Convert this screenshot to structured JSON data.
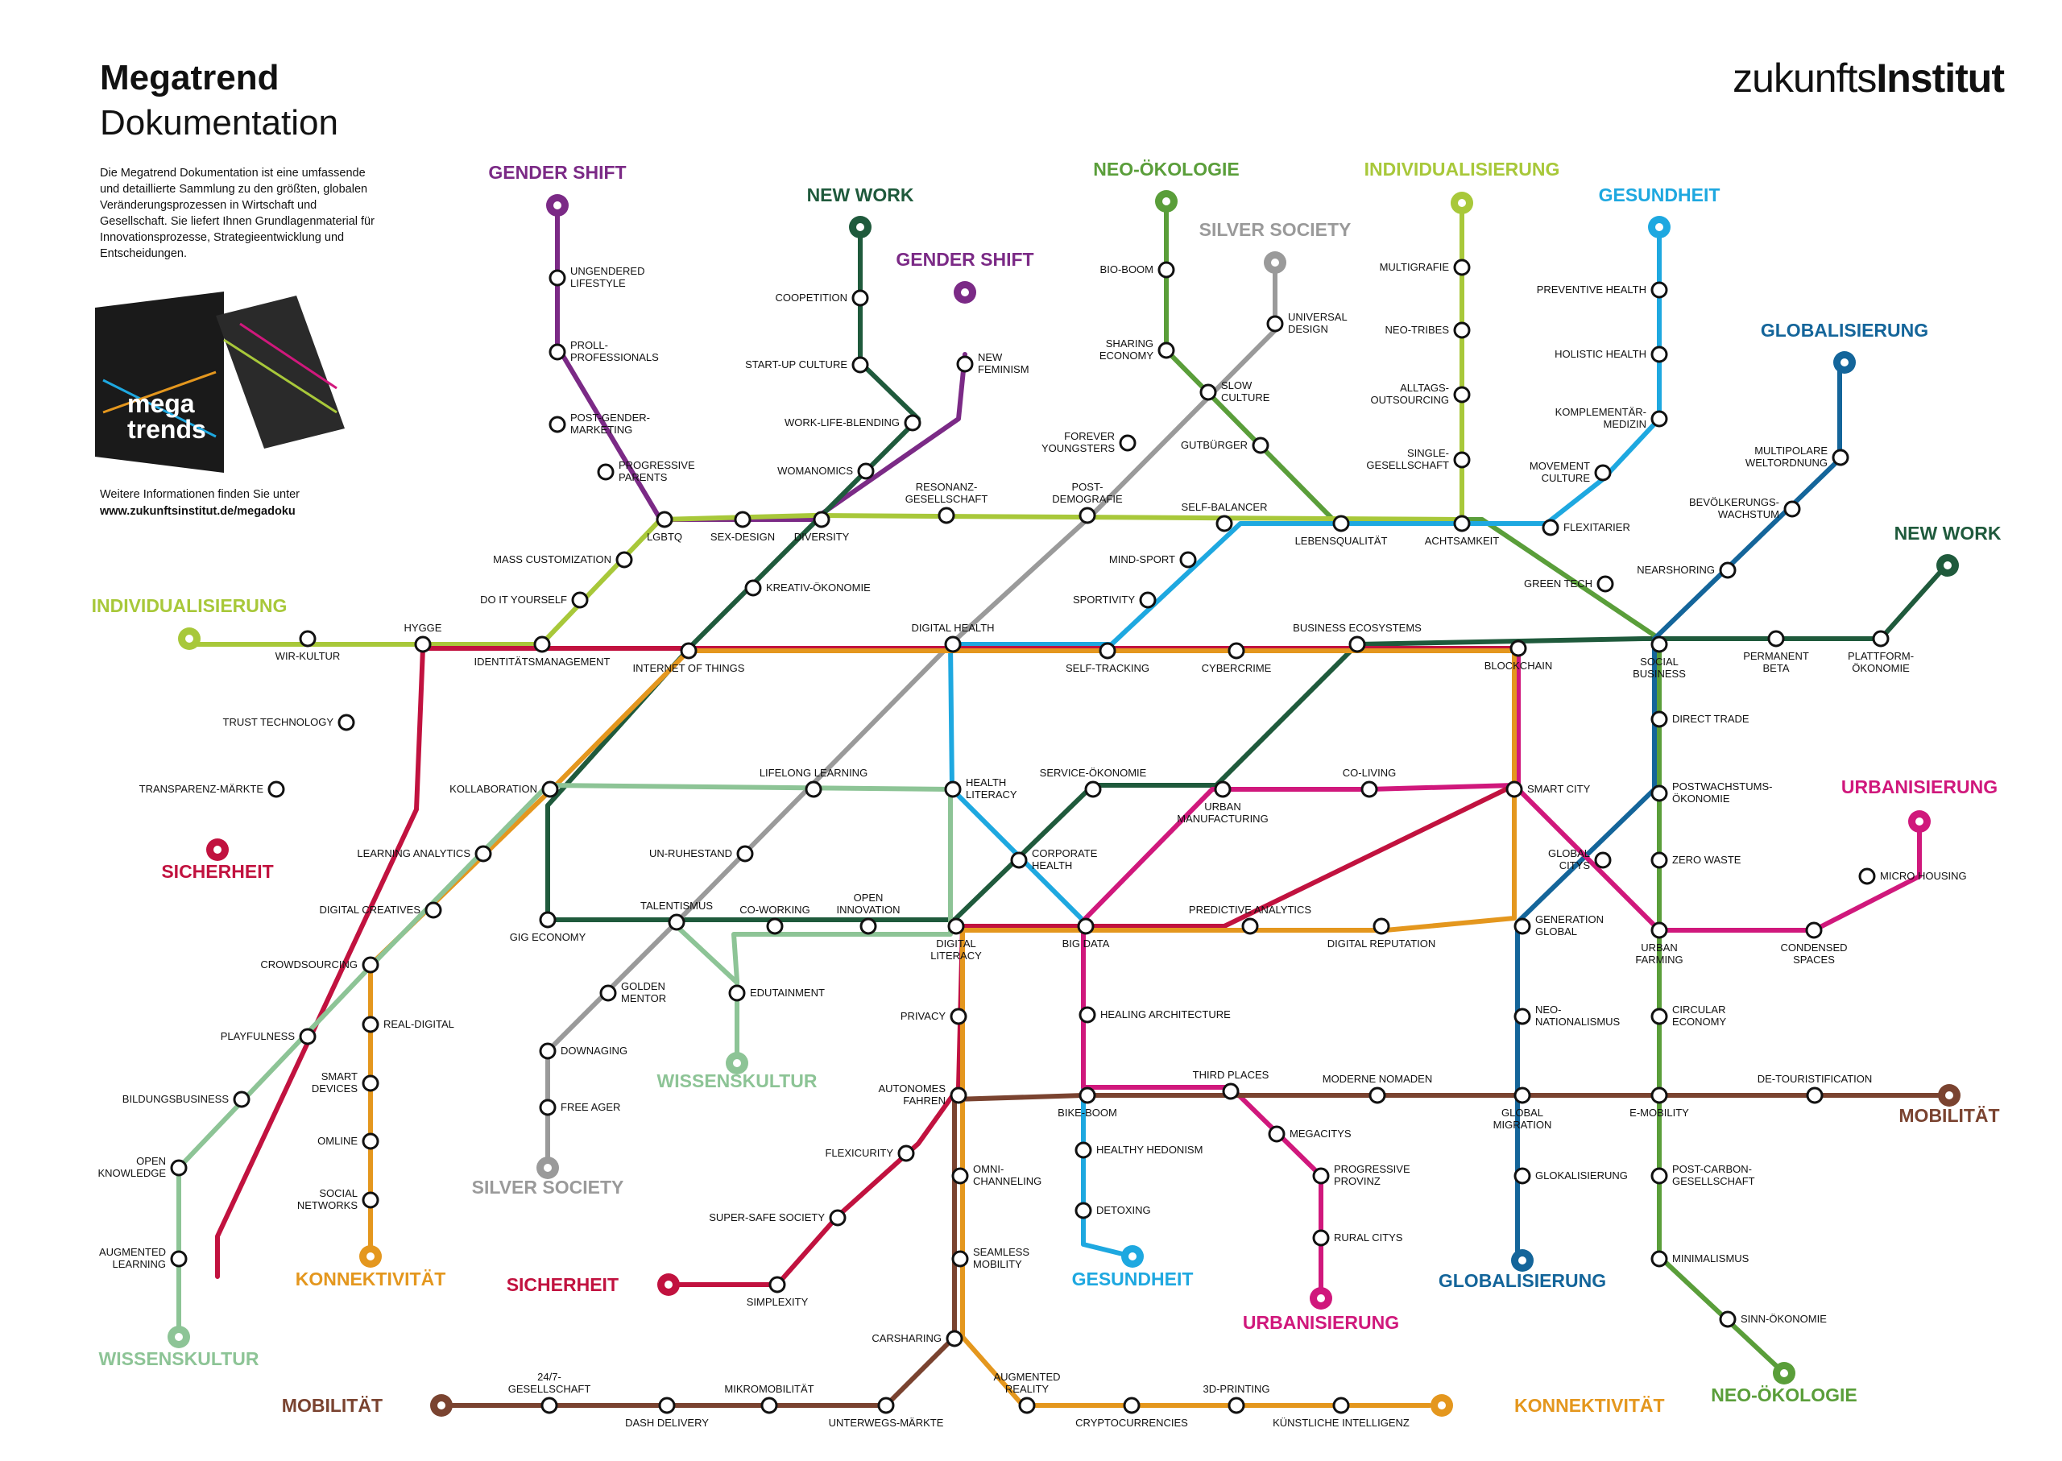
{
  "header": {
    "title_bold": "Megatrend",
    "title_regular": "Dokumentation",
    "intro": "Die Megatrend Dokumentation ist eine umfassende und detaillierte Sammlung zu den größten, globalen Veränderungsprozessen in Wirtschaft und Gesellschaft. Sie liefert Ihnen Grundlagenmaterial für Innovationsprozesse, Strategieentwicklung und Entscheidungen.",
    "more_text": "Weitere Informationen finden Sie unter",
    "more_url": "www.zukunftsinstitut.de/megadoku",
    "brand_light": "zukunfts",
    "brand_bold": "Institut",
    "box_label_1": "mega",
    "box_label_2": "trends"
  },
  "colors": {
    "gender": "#7b2a86",
    "newwork": "#1f5a3c",
    "neo": "#5a9e3a",
    "silver": "#9a9a9a",
    "indiv": "#a8c83a",
    "gesund": "#1ea8e0",
    "global": "#14659a",
    "urban": "#d0187c",
    "sich": "#c1123f",
    "konn": "#e4971e",
    "wissen": "#8dc496",
    "mob": "#7a4330"
  },
  "terminals": [
    {
      "text": "GENDER SHIFT",
      "c": "gender",
      "icon": "person-icon"
    },
    {
      "text": "NEW WORK",
      "c": "newwork",
      "icon": "laptop-icon"
    },
    {
      "text": "GENDER SHIFT",
      "c": "gender",
      "icon": "person-icon"
    },
    {
      "text": "NEO-ÖKOLOGIE",
      "c": "neo",
      "icon": "leaf-icon"
    },
    {
      "text": "SILVER SOCIETY",
      "c": "silver",
      "icon": "walking-stick-icon"
    },
    {
      "text": "INDIVIDUALISIERUNG",
      "c": "indiv",
      "icon": "individual-icon"
    },
    {
      "text": "GESUNDHEIT",
      "c": "gesund",
      "icon": "apple-icon"
    },
    {
      "text": "GLOBALISIERUNG",
      "c": "global",
      "icon": "globe-icon"
    },
    {
      "text": "NEW WORK",
      "c": "newwork",
      "icon": "laptop-icon"
    },
    {
      "text": "INDIVIDUALISIERUNG",
      "c": "indiv",
      "icon": "individual-icon"
    },
    {
      "text": "SICHERHEIT",
      "c": "sich",
      "icon": "lock-icon"
    },
    {
      "text": "URBANISIERUNG",
      "c": "urban",
      "icon": "building-icon"
    },
    {
      "text": "WISSENSKULTUR",
      "c": "wissen",
      "icon": "book-icon"
    },
    {
      "text": "SILVER SOCIETY",
      "c": "silver",
      "icon": "walking-stick-icon"
    },
    {
      "text": "KONNEKTIVITÄT",
      "c": "konn",
      "icon": "network-icon"
    },
    {
      "text": "SICHERHEIT",
      "c": "sich",
      "icon": "lock-icon"
    },
    {
      "text": "GESUNDHEIT",
      "c": "gesund",
      "icon": "apple-icon"
    },
    {
      "text": "GLOBALISIERUNG",
      "c": "global",
      "icon": "globe-icon"
    },
    {
      "text": "URBANISIERUNG",
      "c": "urban",
      "icon": "building-icon"
    },
    {
      "text": "MOBILITÄT",
      "c": "mob",
      "icon": "bike-icon"
    },
    {
      "text": "WISSENSKULTUR",
      "c": "wissen",
      "icon": "book-icon"
    },
    {
      "text": "MOBILITÄT",
      "c": "mob",
      "icon": "bike-icon"
    },
    {
      "text": "KONNEKTIVITÄT",
      "c": "konn",
      "icon": "network-icon"
    },
    {
      "text": "NEO-ÖKOLOGIE",
      "c": "neo",
      "icon": "leaf-icon"
    }
  ],
  "stations": [
    {
      "t": "UNGENDERED\nLIFESTYLE"
    },
    {
      "t": "PROLL-\nPROFESSIONALS"
    },
    {
      "t": "POST-GENDER-\nMARKETING"
    },
    {
      "t": "PROGRESSIVE\nPARENTS"
    },
    {
      "t": "COOPETITION"
    },
    {
      "t": "START-UP CULTURE"
    },
    {
      "t": "WORK-LIFE-BLENDING"
    },
    {
      "t": "WOMANOMICS"
    },
    {
      "t": "NEW\nFEMINISM"
    },
    {
      "t": "BIO-BOOM"
    },
    {
      "t": "SHARING\nECONOMY"
    },
    {
      "t": "SLOW\nCULTURE"
    },
    {
      "t": "GUTBÜRGER"
    },
    {
      "t": "UNIVERSAL\nDESIGN"
    },
    {
      "t": "FOREVER\nYOUNGSTERS"
    },
    {
      "t": "MULTIGRAFIE"
    },
    {
      "t": "NEO-TRIBES"
    },
    {
      "t": "ALLTAGS-\nOUTSOURCING"
    },
    {
      "t": "SINGLE-\nGESELLSCHAFT"
    },
    {
      "t": "PREVENTIVE HEALTH"
    },
    {
      "t": "HOLISTIC HEALTH"
    },
    {
      "t": "KOMPLEMENTÄR-\nMEDIZIN"
    },
    {
      "t": "MOVEMENT\nCULTURE"
    },
    {
      "t": "MULTIPOLARE\nWELTORDNUNG"
    },
    {
      "t": "BEVÖLKERUNGS-\nWACHSTUM"
    },
    {
      "t": "NEARSHORING"
    },
    {
      "t": "GREEN TECH"
    },
    {
      "t": "LGBTQ"
    },
    {
      "t": "SEX-DESIGN"
    },
    {
      "t": "DIVERSITY"
    },
    {
      "t": "RESONANZ-\nGESELLSCHAFT"
    },
    {
      "t": "POST-\nDEMOGRAFIE"
    },
    {
      "t": "SELF-BALANCER"
    },
    {
      "t": "LEBENSQUALITÄT"
    },
    {
      "t": "ACHTSAMKEIT"
    },
    {
      "t": "FLEXITARIER"
    },
    {
      "t": "MASS CUSTOMIZATION"
    },
    {
      "t": "DO IT YOURSELF"
    },
    {
      "t": "KREATIV-ÖKONOMIE"
    },
    {
      "t": "MIND-SPORT"
    },
    {
      "t": "SPORTIVITY"
    },
    {
      "t": "WIR-KULTUR"
    },
    {
      "t": "HYGGE"
    },
    {
      "t": "IDENTITÄTSMANAGEMENT"
    },
    {
      "t": "INTERNET OF THINGS"
    },
    {
      "t": "DIGITAL HEALTH"
    },
    {
      "t": "SELF-TRACKING"
    },
    {
      "t": "CYBERCRIME"
    },
    {
      "t": "BUSINESS ECOSYSTEMS"
    },
    {
      "t": "BLOCKCHAIN"
    },
    {
      "t": "SOCIAL\nBUSINESS"
    },
    {
      "t": "PERMANENT\nBETA"
    },
    {
      "t": "PLATTFORM-\nÖKONOMIE"
    },
    {
      "t": "TRUST TECHNOLOGY"
    },
    {
      "t": "TRANSPARENZ-MÄRKTE"
    },
    {
      "t": "KOLLABORATION"
    },
    {
      "t": "LIFELONG LEARNING"
    },
    {
      "t": "HEALTH\nLITERACY"
    },
    {
      "t": "SERVICE-ÖKONOMIE"
    },
    {
      "t": "URBAN\nMANUFACTURING"
    },
    {
      "t": "CO-LIVING"
    },
    {
      "t": "SMART CITY"
    },
    {
      "t": "DIRECT TRADE"
    },
    {
      "t": "POSTWACHSTUMS-\nÖKONOMIE"
    },
    {
      "t": "ZERO WASTE"
    },
    {
      "t": "LEARNING ANALYTICS"
    },
    {
      "t": "UN-RUHESTAND"
    },
    {
      "t": "CORPORATE\nHEALTH"
    },
    {
      "t": "GLOBAL\nCITYS"
    },
    {
      "t": "MICRO HOUSING"
    },
    {
      "t": "CONDENSED\nSPACES"
    },
    {
      "t": "URBAN\nFARMING"
    },
    {
      "t": "DIGITAL CREATIVES"
    },
    {
      "t": "GIG ECONOMY"
    },
    {
      "t": "TALENTISMUS"
    },
    {
      "t": "CO-WORKING"
    },
    {
      "t": "OPEN\nINNOVATION"
    },
    {
      "t": "DIGITAL\nLITERACY"
    },
    {
      "t": "BIG DATA"
    },
    {
      "t": "PREDICTIVE ANALYTICS"
    },
    {
      "t": "DIGITAL REPUTATION"
    },
    {
      "t": "GENERATION\nGLOBAL"
    },
    {
      "t": "CROWDSOURCING"
    },
    {
      "t": "GOLDEN\nMENTOR"
    },
    {
      "t": "EDUTAINMENT"
    },
    {
      "t": "REAL-DIGITAL"
    },
    {
      "t": "PLAYFULNESS"
    },
    {
      "t": "PRIVACY"
    },
    {
      "t": "HEALING ARCHITECTURE"
    },
    {
      "t": "NEO-\nNATIONALISMUS"
    },
    {
      "t": "CIRCULAR\nECONOMY"
    },
    {
      "t": "DOWNAGING"
    },
    {
      "t": "SMART\nDEVICES"
    },
    {
      "t": "BILDUNGSBUSINESS"
    },
    {
      "t": "FREE AGER"
    },
    {
      "t": "AUTONOMES\nFAHREN"
    },
    {
      "t": "BIKE-BOOM"
    },
    {
      "t": "THIRD PLACES"
    },
    {
      "t": "MODERNE NOMADEN"
    },
    {
      "t": "GLOBAL\nMIGRATION"
    },
    {
      "t": "E-MOBILITY"
    },
    {
      "t": "DE-TOURISTIFICATION"
    },
    {
      "t": "OMLINE"
    },
    {
      "t": "MEGACITYS"
    },
    {
      "t": "HEALTHY HEDONISM"
    },
    {
      "t": "OPEN\nKNOWLEDGE"
    },
    {
      "t": "FLEXICURITY"
    },
    {
      "t": "OMNI-\nCHANNELING"
    },
    {
      "t": "PROGRESSIVE\nPROVINZ"
    },
    {
      "t": "GLOKALISIERUNG"
    },
    {
      "t": "POST-CARBON-\nGESELLSCHAFT"
    },
    {
      "t": "SOCIAL\nNETWORKS"
    },
    {
      "t": "DETOXING"
    },
    {
      "t": "SUPER-SAFE SOCIETY"
    },
    {
      "t": "RURAL CITYS"
    },
    {
      "t": "AUGMENTED\nLEARNING"
    },
    {
      "t": "SEAMLESS\nMOBILITY"
    },
    {
      "t": "MINIMALISMUS"
    },
    {
      "t": "SIMPLEXITY"
    },
    {
      "t": "SINN-ÖKONOMIE"
    },
    {
      "t": "CARSHARING"
    },
    {
      "t": "24/7-\nGESELLSCHAFT"
    },
    {
      "t": "MIKROMOBILITÄT"
    },
    {
      "t": "AUGMENTED\nREALITY"
    },
    {
      "t": "3D-PRINTING"
    },
    {
      "t": "DASH DELIVERY"
    },
    {
      "t": "UNTERWEGS-MÄRKTE"
    },
    {
      "t": "CRYPTOCURRENCIES"
    },
    {
      "t": "KÜNSTLICHE INTELLIGENZ"
    }
  ]
}
